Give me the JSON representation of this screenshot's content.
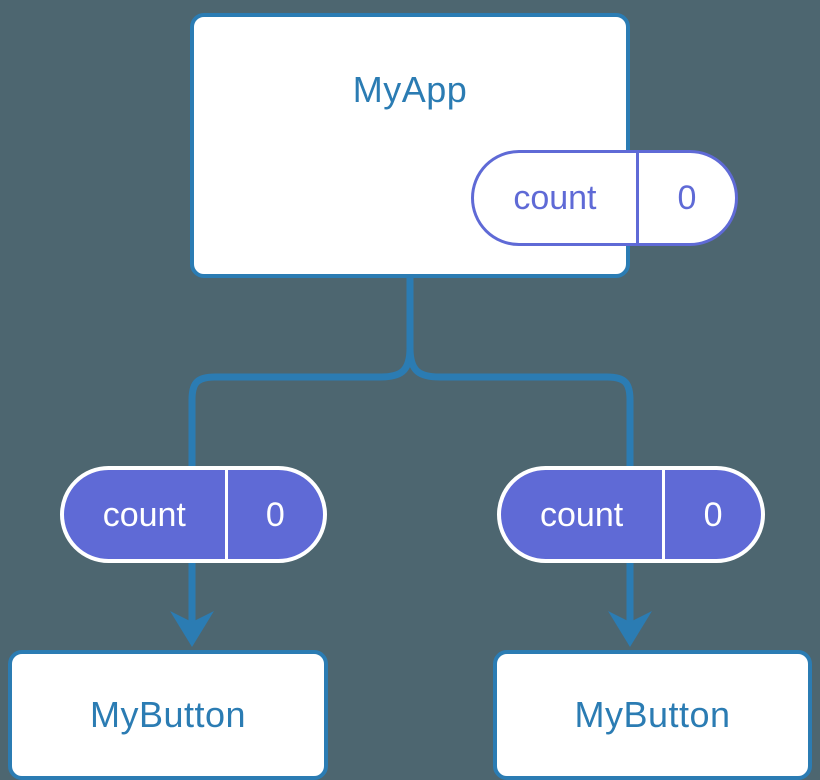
{
  "diagram": {
    "title": "React component tree with count state propagated to child buttons",
    "type": "component-tree",
    "background_color": "#4d6670",
    "colors": {
      "connector": "#2b7cb3",
      "component_border": "#2b7cb3",
      "component_title": "#2b7cb3",
      "component_fill": "#ffffff",
      "state_accent": "#5f6ad6",
      "state_text_on_fill": "#ffffff"
    }
  },
  "root": {
    "name": "root-component",
    "title": "MyApp",
    "state": {
      "label": "count",
      "value": "0",
      "style": "outlined"
    }
  },
  "branches": [
    {
      "side": "left",
      "state": {
        "label": "count",
        "value": "0",
        "style": "filled"
      },
      "component": {
        "title": "MyButton"
      }
    },
    {
      "side": "right",
      "state": {
        "label": "count",
        "value": "0",
        "style": "filled"
      },
      "component": {
        "title": "MyButton"
      }
    }
  ],
  "connectors": {
    "trunk_label": "",
    "arrow_label": ""
  }
}
